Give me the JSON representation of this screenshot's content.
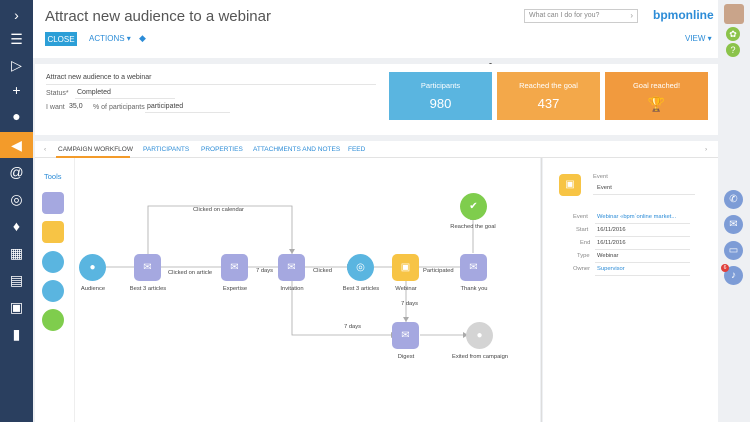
{
  "header": {
    "title": "Attract new audience to a webinar",
    "close_label": "CLOSE",
    "actions_label": "ACTIONS ▾",
    "search_placeholder": "What can I do for you?",
    "logo_text": "bpmonline",
    "view_label": "VIEW ▾"
  },
  "summary": {
    "name": "Attract new audience to a webinar",
    "status_label": "Status*",
    "status_value": "Completed",
    "want_label": "I want",
    "want_value": "35,0",
    "want_suffix": "% of participants",
    "want_target": "participated"
  },
  "tiles": [
    {
      "title": "Participants",
      "value": "980",
      "color": "#5ab5e0"
    },
    {
      "title": "Reached the goal",
      "value": "437",
      "color": "#f3a84a"
    },
    {
      "title": "Goal reached!",
      "value": "",
      "color": "#f19a3e"
    }
  ],
  "tabs": [
    "CAMPAIGN WORKFLOW",
    "PARTICIPANTS",
    "PROPERTIES",
    "ATTACHMENTS AND NOTES",
    "FEED"
  ],
  "tools": {
    "title": "Tools"
  },
  "workflow": {
    "nodes": {
      "audience": "Audience",
      "best3a": "Best 3 articles",
      "expertise": "Expertise",
      "invitation": "Invitation",
      "best3b": "Best 3 articles",
      "webinar": "Webinar",
      "thankyou": "Thank you",
      "reached": "Reached the goal",
      "digest": "Digest",
      "exited": "Exited from campaign"
    },
    "edges": {
      "clicked_calendar": "Clicked on calendar",
      "clicked_article": "Clicked on article",
      "days7a": "7 days",
      "clicked": "Clicked",
      "participated": "Participated",
      "days7b": "7 days",
      "days7c": "7 days"
    }
  },
  "properties": {
    "event_small": "Event",
    "event_name": "Event",
    "rows": [
      {
        "label": "Event",
        "value": "Webinar «bpm`online market...",
        "link": true
      },
      {
        "label": "Start",
        "value": "16/11/2016",
        "link": false
      },
      {
        "label": "End",
        "value": "16/11/2016",
        "link": false
      },
      {
        "label": "Type",
        "value": "Webinar",
        "link": false
      },
      {
        "label": "Owner",
        "value": "Supervisor",
        "link": true
      }
    ]
  },
  "notification_count": "6"
}
